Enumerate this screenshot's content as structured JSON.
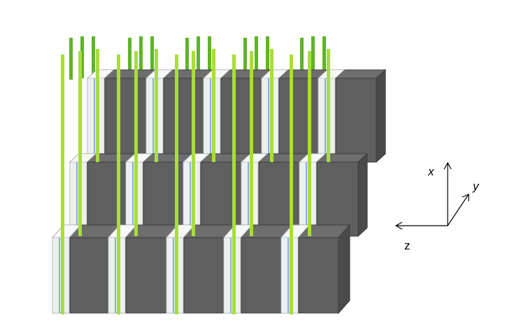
{
  "axes": {
    "x_label": "x",
    "y_label": "y",
    "z_label": "z"
  },
  "colors": {
    "background": "#ffffff",
    "block_front": "#5f5f5f",
    "block_side": "#4a4a4a",
    "block_top": "#6e6e6e",
    "block_edge": "#3c3c3c",
    "spacer_face": "#eef0f0",
    "spacer_edge": "#b8c2c2",
    "channel_blue": "#6fa0d8",
    "fiber_front": "#a8dd3a",
    "fiber_back": "#5fb42a",
    "axis_stroke": "#000000"
  },
  "structure": {
    "layers": 3,
    "spacers_per_layer": 5,
    "fibers_per_spacer_front": 1,
    "fibers_back_row": 3
  }
}
